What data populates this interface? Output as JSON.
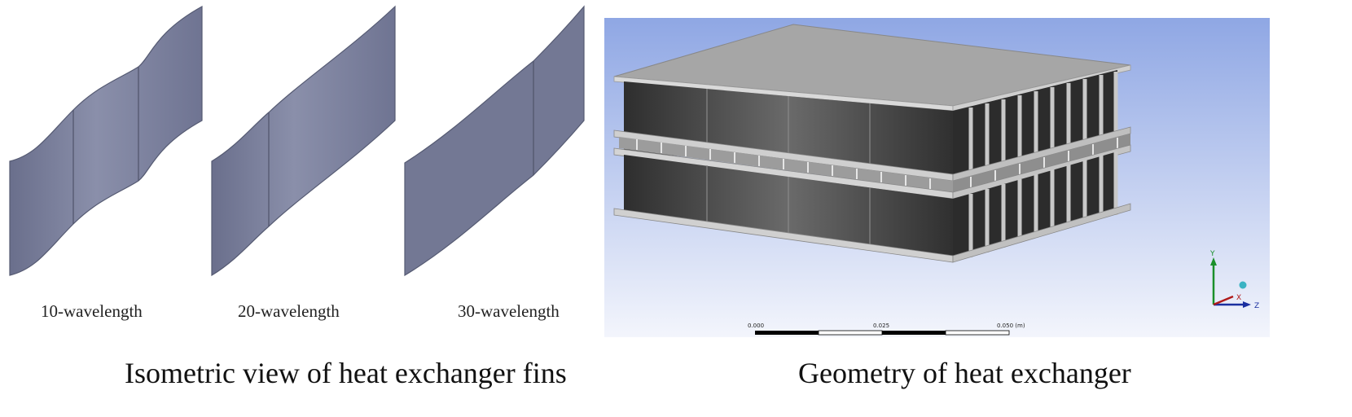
{
  "left_panel": {
    "caption": "Isometric view of heat exchanger fins",
    "fins": [
      {
        "label": "10-wavelength"
      },
      {
        "label": "20-wavelength"
      },
      {
        "label": "30-wavelength"
      }
    ]
  },
  "right_panel": {
    "caption": "Geometry of heat exchanger",
    "scale_bar": {
      "labels": [
        "0.000",
        "0.025",
        "0.050 (m)"
      ]
    },
    "triad": {
      "axes": [
        "Y",
        "X",
        "Z"
      ]
    }
  },
  "colors": {
    "fin_face": "#757a96",
    "viewport_top": "#8fa7e4",
    "viewport_bottom": "#f3f5fc",
    "plate_top": "#a6a6a6",
    "channel_dark": "#3a3a3a"
  }
}
